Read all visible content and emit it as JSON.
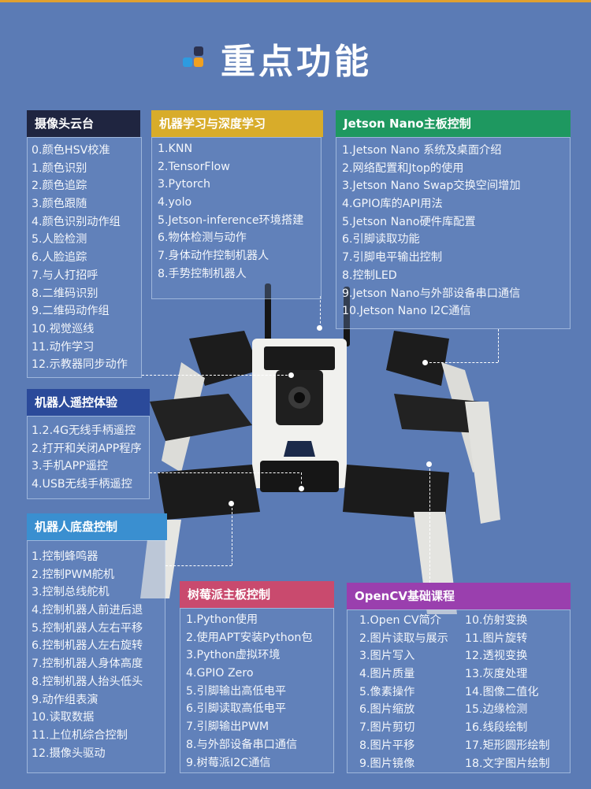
{
  "page": {
    "title": "重点功能"
  },
  "panels": {
    "camera": {
      "title": "摄像头云台",
      "color": "#1f2540",
      "items": [
        "0.颜色HSV校准",
        "1.颜色识别",
        "2.颜色追踪",
        "3.颜色跟随",
        "4.颜色识别动作组",
        "5.人脸检测",
        "6.人脸追踪",
        "7.与人打招呼",
        "8.二维码识别",
        "9.二维码动作组",
        "10.视觉巡线",
        "11.动作学习",
        "12.示教器同步动作"
      ]
    },
    "ml": {
      "title": "机器学习与深度学习",
      "color": "#d8ac2a",
      "items": [
        "1.KNN",
        "2.TensorFlow",
        "3.Pytorch",
        "4.yolo",
        "5.Jetson-inference环境搭建",
        "6.物体检测与动作",
        "7.身体动作控制机器人",
        "8.手势控制机器人"
      ]
    },
    "jetson": {
      "title": "Jetson Nano主板控制",
      "color": "#1e9860",
      "items": [
        "1.Jetson Nano 系统及桌面介绍",
        "2.网络配置和Jtop的使用",
        "3.Jetson Nano Swap交换空间增加",
        "4.GPIO库的API用法",
        "5.Jetson Nano硬件库配置",
        "6.引脚读取功能",
        "7.引脚电平输出控制",
        "8.控制LED",
        "9.Jetson Nano与外部设备串口通信",
        "10.Jetson Nano I2C通信"
      ]
    },
    "remote": {
      "title": "机器人遥控体验",
      "color": "#2b4a9a",
      "items": [
        "1.2.4G无线手柄遥控",
        "2.打开和关闭APP程序",
        "3.手机APP遥控",
        "4.USB无线手柄遥控"
      ]
    },
    "chassis": {
      "title": "机器人底盘控制",
      "color": "#3a8fd0",
      "items": [
        "1.控制蜂鸣器",
        "2.控制PWM舵机",
        "3.控制总线舵机",
        "4.控制机器人前进后退",
        "5.控制机器人左右平移",
        "6.控制机器人左右旋转",
        "7.控制机器人身体高度",
        "8.控制机器人抬头低头",
        "9.动作组表演",
        "10.读取数据",
        "11.上位机综合控制",
        "12.摄像头驱动"
      ]
    },
    "rpi": {
      "title": "树莓派主板控制",
      "color": "#c94a6e",
      "items": [
        "1.Python使用",
        "2.使用APT安装Python包",
        "3.Python虚拟环境",
        "4.GPIO Zero",
        "5.引脚输出高低电平",
        "6.引脚读取高低电平",
        "7.引脚输出PWM",
        "8.与外部设备串口通信",
        "9.树莓派I2C通信"
      ]
    },
    "opencv": {
      "title": "OpenCV基础课程",
      "color": "#9a3fae",
      "col1": [
        "1.Open CV简介",
        "2.图片读取与展示",
        "3.图片写入",
        "4.图片质量",
        "5.像素操作",
        "6.图片缩放",
        "7.图片剪切",
        "8.图片平移",
        "9.图片镜像"
      ],
      "col2": [
        "10.仿射变换",
        "11.图片旋转",
        "12.透视变换",
        "13.灰度处理",
        "14.图像二值化",
        "15.边缘检测",
        "16.线段绘制",
        "17.矩形圆形绘制",
        "18.文字图片绘制"
      ]
    }
  }
}
